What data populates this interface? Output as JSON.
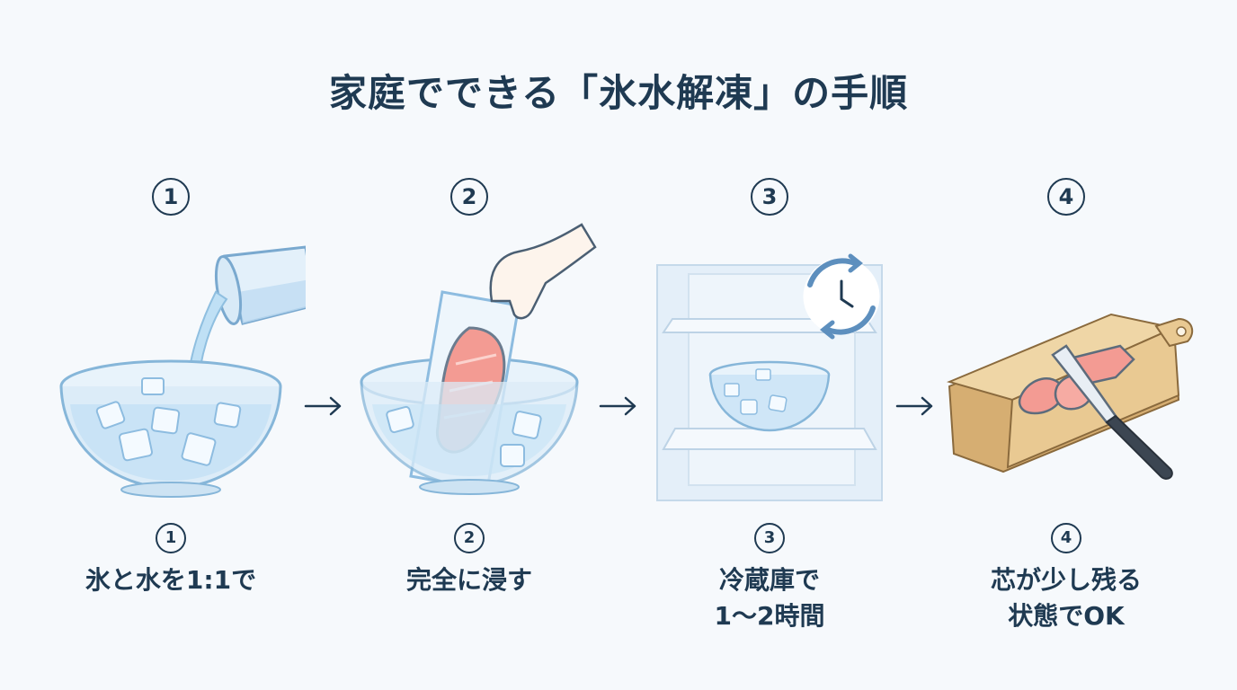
{
  "title": "家庭でできる「氷水解凍」の手順",
  "steps": [
    {
      "number": "1",
      "caption": "氷と水を1:1で"
    },
    {
      "number": "2",
      "caption": "完全に浸す"
    },
    {
      "number": "3",
      "caption": "冷蔵庫で\n1〜2時間"
    },
    {
      "number": "4",
      "caption": "芯が少し残る\n状態でOK"
    }
  ],
  "colors": {
    "text": "#1f3a52",
    "water": "#cfe6f7",
    "bowl": "#9cc3e0",
    "salmon": "#f28b86",
    "board": "#e9c992"
  }
}
